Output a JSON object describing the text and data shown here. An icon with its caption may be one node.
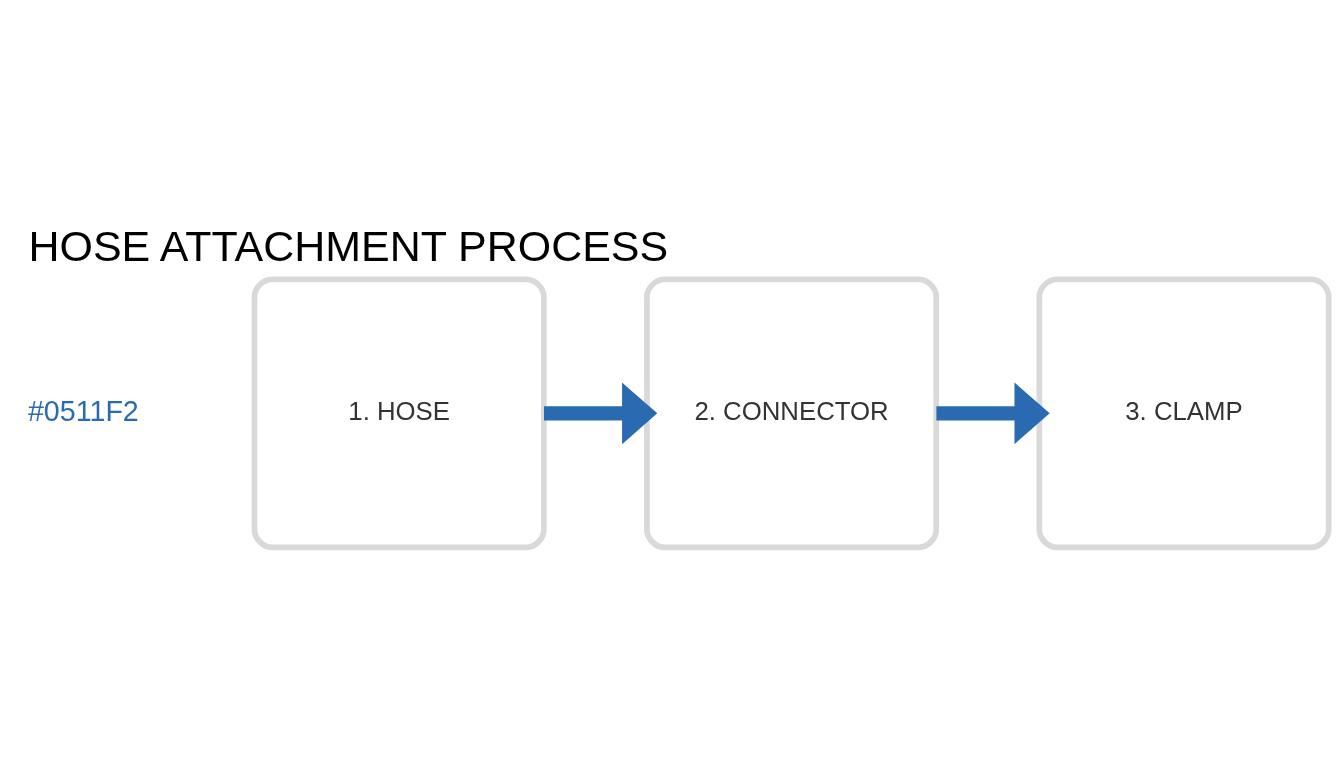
{
  "diagram": {
    "title": "HOSE ATTACHMENT PROCESS",
    "nodes": [
      {
        "text": [
          "1. HOSE"
        ]
      },
      {
        "text": [
          "2. CONNECTOR"
        ]
      },
      {
        "text": [
          "3. CLAMP"
        ]
      }
    ],
    "edges": [
      {
        "from": 0,
        "to": 1,
        "arrow": "to"
      },
      {
        "from": 1,
        "to": 2,
        "arrow": "to"
      }
    ],
    "labels": [
      "#0511F2"
    ]
  }
}
